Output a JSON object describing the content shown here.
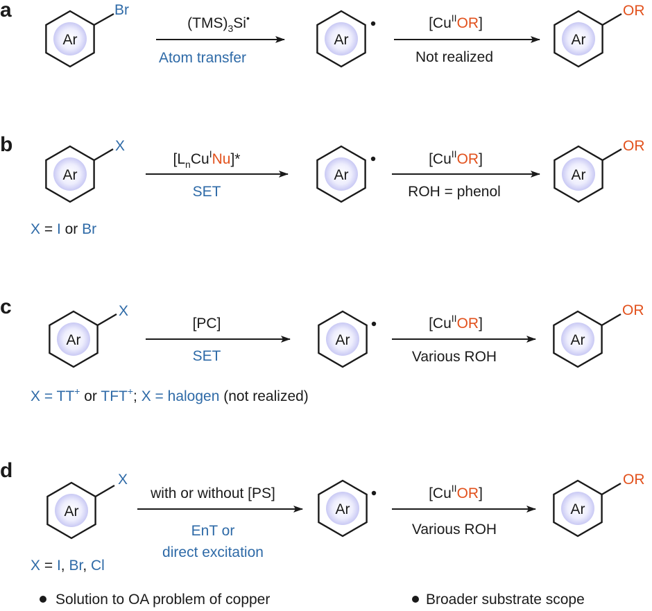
{
  "colors": {
    "blue": "#2e6aa7",
    "orange": "#e2511c",
    "ink": "#1a1a1a",
    "glow": "#c9c9f4"
  },
  "ring_label": "Ar",
  "panels": {
    "a": {
      "letter": "a",
      "substituent": "Br",
      "arrow1_top": {
        "pre": "(TMS)",
        "sub": "3",
        "post": "Si",
        "sup": "•"
      },
      "arrow1_bottom": "Atom transfer",
      "arrow2_top": {
        "pre": "[Cu",
        "sup": "II",
        "or": "OR",
        "post": "]"
      },
      "arrow2_bottom": "Not realized",
      "product": "OR"
    },
    "b": {
      "letter": "b",
      "substituent": "X",
      "arrow1_top": {
        "l": "[L",
        "n": "n",
        "cu": "Cu",
        "sup": "I",
        "nu": "Nu",
        "post": "]*"
      },
      "arrow1_bottom": "SET",
      "arrow2_top": {
        "pre": "[Cu",
        "sup": "II",
        "or": "OR",
        "post": "]"
      },
      "arrow2_bottom": "ROH = phenol",
      "product": "OR",
      "note": {
        "x": "X",
        "eq": " = ",
        "i": "I",
        "or": " or ",
        "br": "Br"
      }
    },
    "c": {
      "letter": "c",
      "substituent": "X",
      "arrow1_top": "[PC]",
      "arrow1_bottom": "SET",
      "arrow2_top": {
        "pre": "[Cu",
        "sup": "II",
        "or": "OR",
        "post": "]"
      },
      "arrow2_bottom": "Various ROH",
      "product": "OR",
      "note": {
        "x1": "X = TT",
        "plus1": "+",
        "or": " or ",
        "tft": "TFT",
        "plus2": "+",
        "semi": "; ",
        "x2": "X = halogen",
        "nr": " (not realized)"
      }
    },
    "d": {
      "letter": "d",
      "substituent": "X",
      "arrow1_top": "with or without [PS]",
      "arrow1_bottom": "EnT or",
      "arrow1_bottom2": "direct excitation",
      "arrow2_top": {
        "pre": "[Cu",
        "sup": "II",
        "or": "OR",
        "post": "]"
      },
      "arrow2_bottom": "Various ROH",
      "product": "OR",
      "note": {
        "x": "X",
        "eq": " = ",
        "i": "I",
        "c1": ", ",
        "br": "Br",
        "c2": ", ",
        "cl": "Cl"
      }
    }
  },
  "bullets": [
    "Solution to OA problem of copper",
    "Broader substrate scope"
  ]
}
